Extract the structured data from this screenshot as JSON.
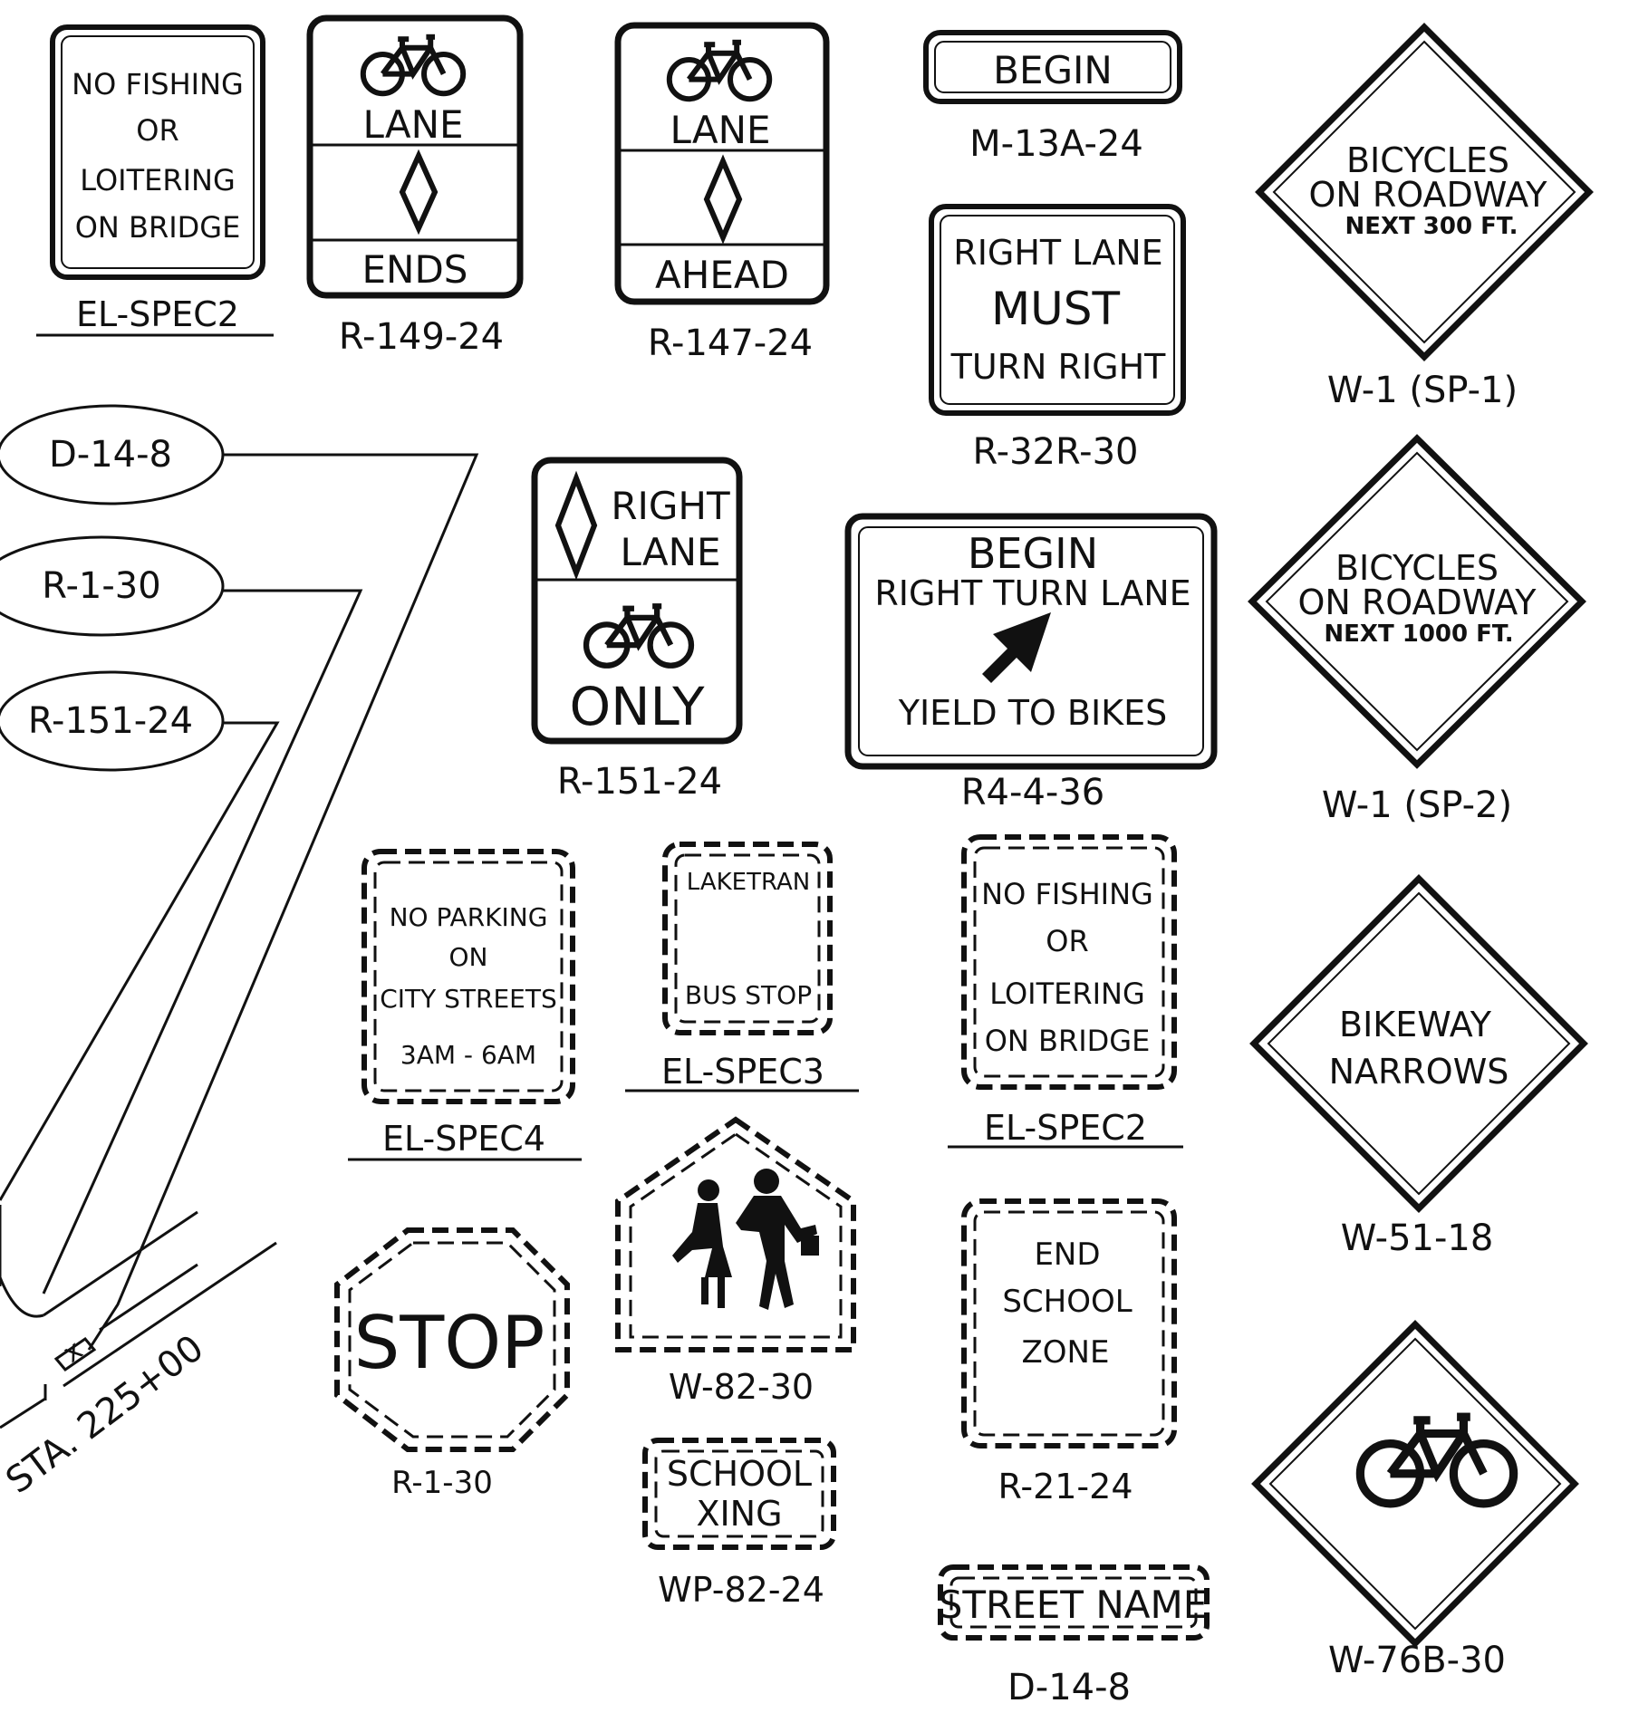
{
  "signs": {
    "el_spec2_top": {
      "lines": [
        "NO FISHING",
        "OR",
        "LOITERING",
        "ON BRIDGE"
      ],
      "code": "EL-SPEC2"
    },
    "r149": {
      "top": "LANE",
      "bottom": "ENDS",
      "code": "R-149-24"
    },
    "r147": {
      "top": "LANE",
      "bottom": "AHEAD",
      "code": "R-147-24"
    },
    "m13a": {
      "text": "BEGIN",
      "code": "M-13A-24"
    },
    "r32r": {
      "lines": [
        "RIGHT LANE",
        "MUST",
        "TURN RIGHT"
      ],
      "code": "R-32R-30"
    },
    "w1_sp1": {
      "lines": [
        "BICYCLES",
        "ON ROADWAY",
        "NEXT 300 FT."
      ],
      "code": "W-1 (SP-1)"
    },
    "r151": {
      "top_lines": [
        "RIGHT",
        "LANE"
      ],
      "bottom": "ONLY",
      "code": "R-151-24"
    },
    "r4_4": {
      "lines": [
        "BEGIN",
        "RIGHT TURN LANE",
        "YIELD TO BIKES"
      ],
      "code": "R4-4-36"
    },
    "w1_sp2": {
      "lines": [
        "BICYCLES",
        "ON ROADWAY",
        "NEXT 1000 FT."
      ],
      "code": "W-1 (SP-2)"
    },
    "el_spec4": {
      "lines": [
        "NO PARKING",
        "ON",
        "CITY STREETS",
        "3AM  -  6AM"
      ],
      "code": "EL-SPEC4"
    },
    "el_spec3": {
      "lines": [
        "LAKETRAN",
        "BUS STOP"
      ],
      "code": "EL-SPEC3"
    },
    "el_spec2_dash": {
      "lines": [
        "NO FISHING",
        "OR",
        "LOITERING",
        "ON BRIDGE"
      ],
      "code": "EL-SPEC2"
    },
    "w51": {
      "lines": [
        "BIKEWAY",
        "NARROWS"
      ],
      "code": "W-51-18"
    },
    "stop": {
      "text": "STOP",
      "code": "R-1-30"
    },
    "w82": {
      "code": "W-82-30"
    },
    "r21": {
      "lines": [
        "END",
        "SCHOOL",
        "ZONE"
      ],
      "code": "R-21-24"
    },
    "wp82": {
      "lines": [
        "SCHOOL",
        "XING"
      ],
      "code": "WP-82-24"
    },
    "d14": {
      "text": "STREET NAME",
      "code": "D-14-8"
    },
    "w76b": {
      "code": "W-76B-30"
    }
  },
  "callouts": [
    "D-14-8",
    "R-1-30",
    "R-151-24"
  ],
  "station": "STA. 225+00"
}
